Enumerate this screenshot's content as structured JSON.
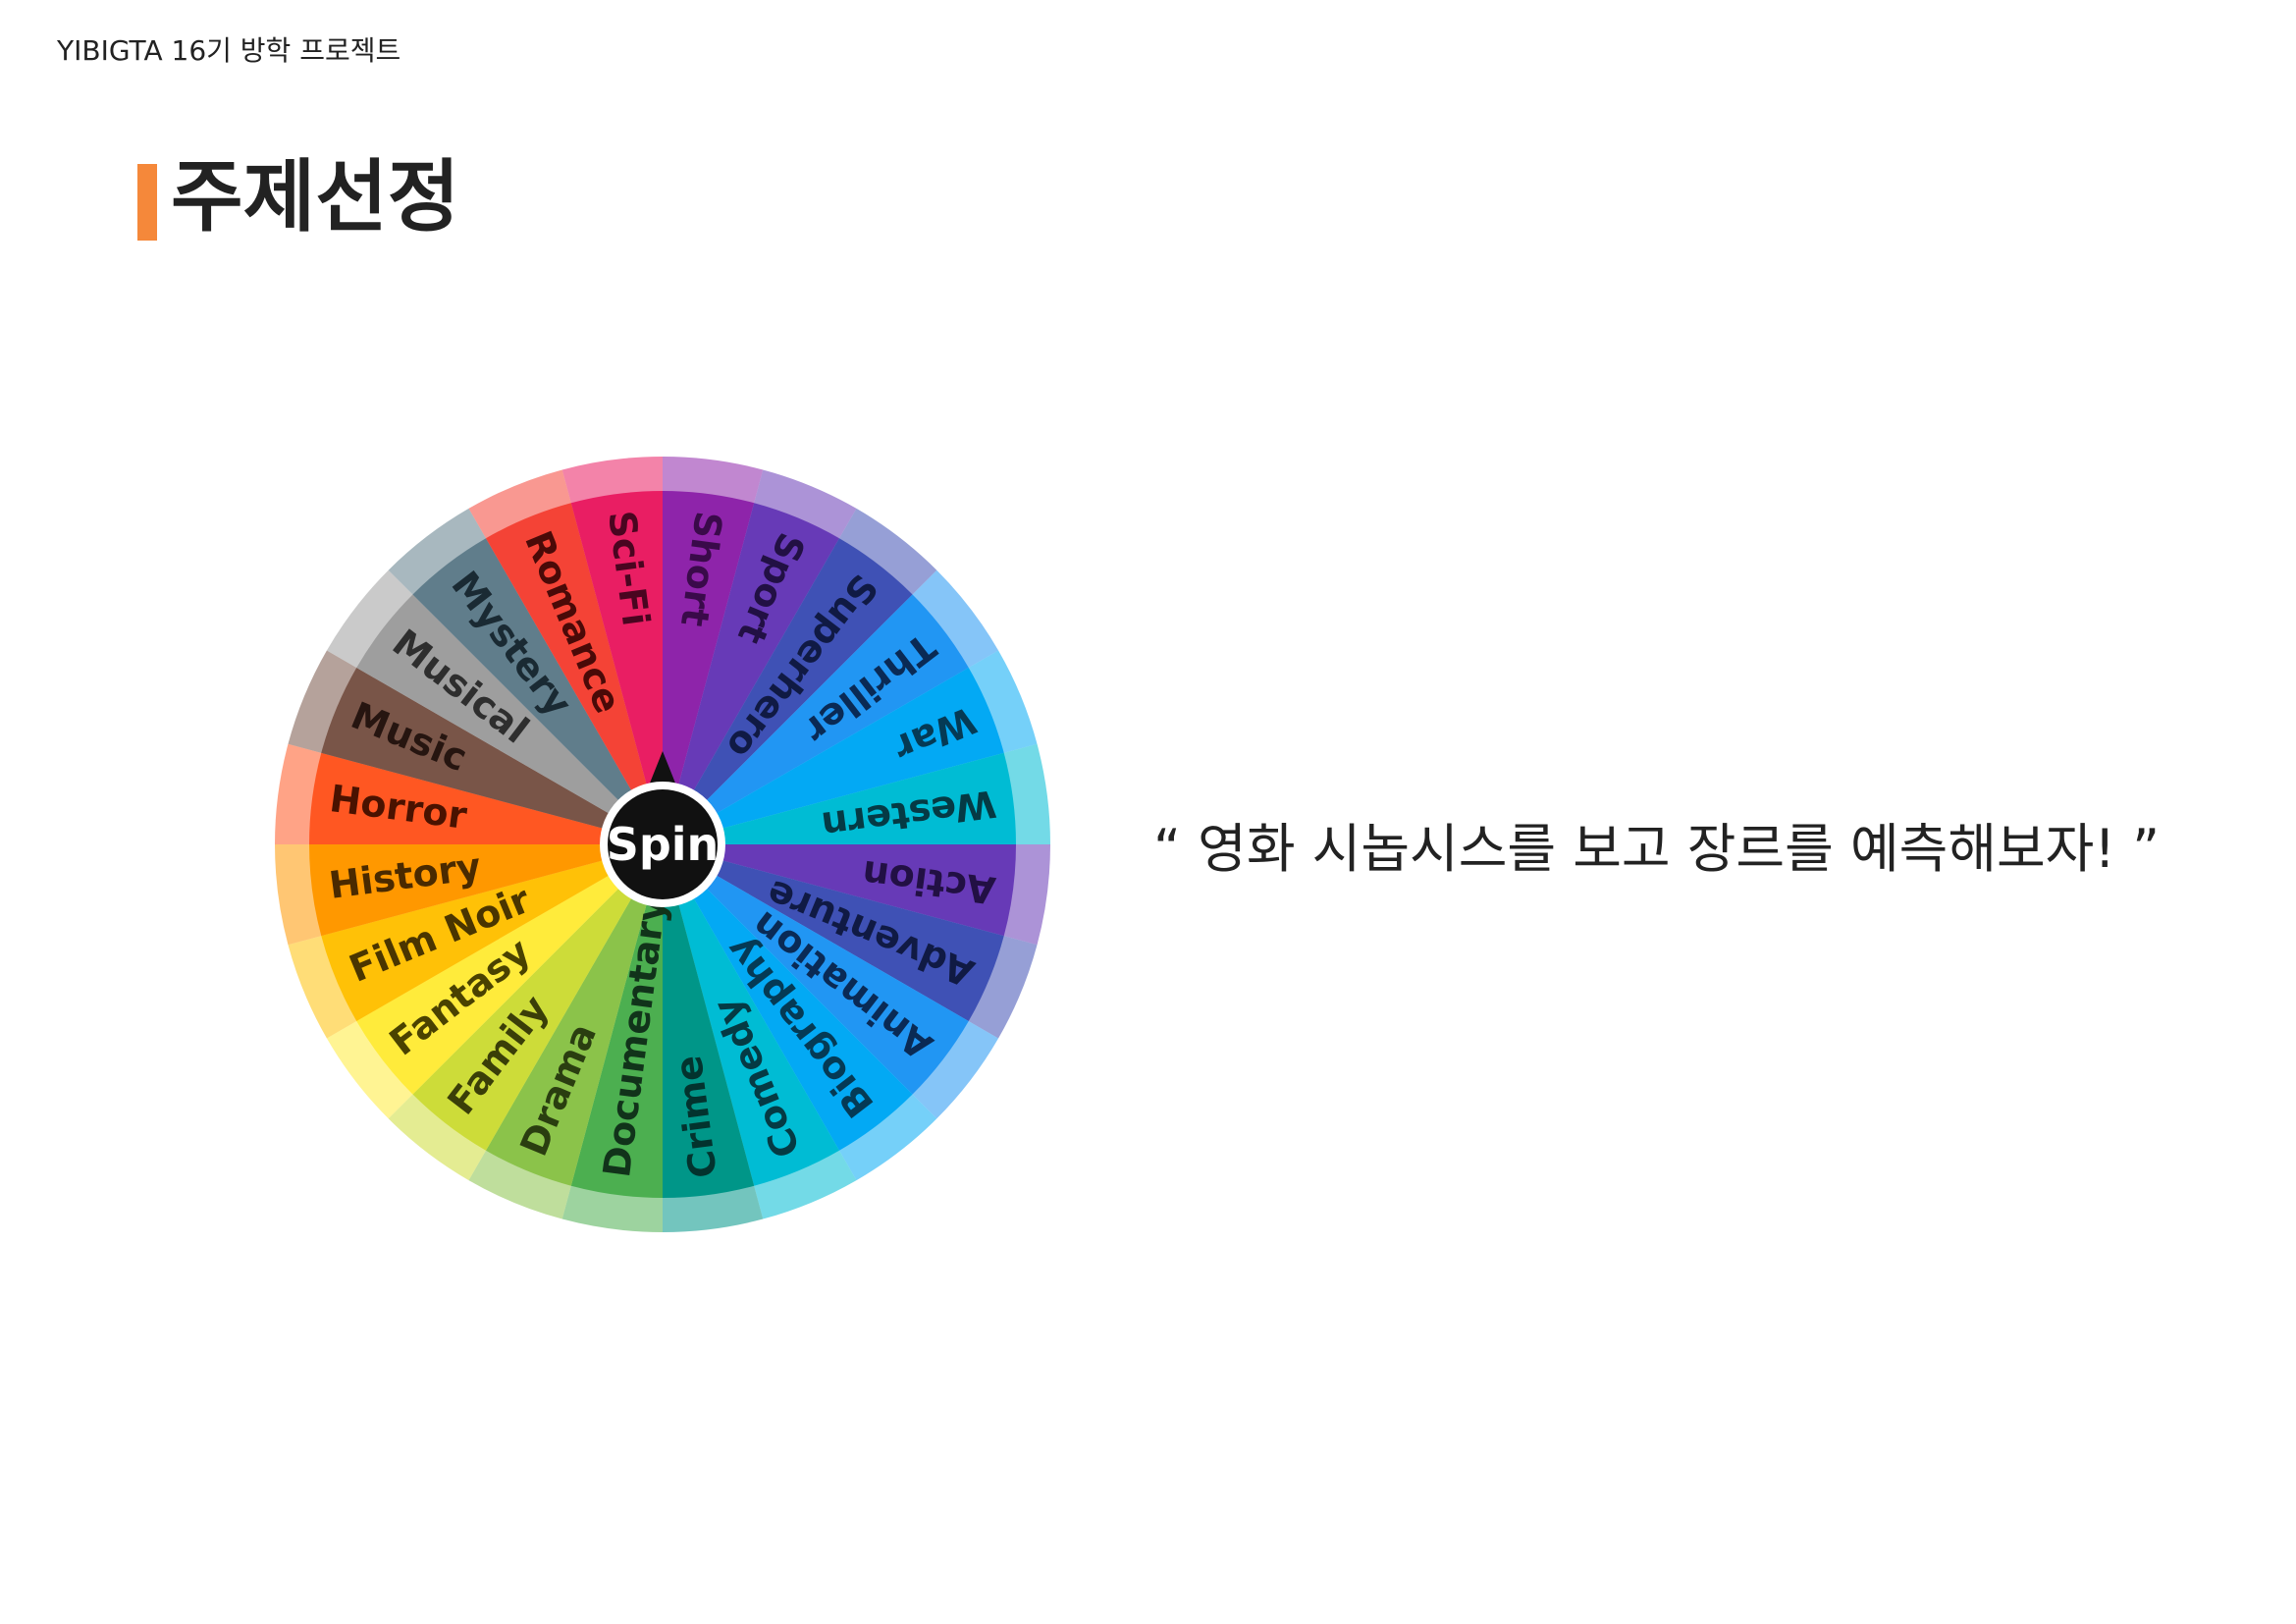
{
  "header": {
    "text": "YIBIGTA 16기 방학 프로젝트"
  },
  "title": {
    "text": "주제선정",
    "accent_color": "#F5883A"
  },
  "wheel": {
    "center_label": "Spin",
    "segments": [
      {
        "label": "Short",
        "color": "#8E24AA",
        "text_color": "#3A0A4A"
      },
      {
        "label": "Sport",
        "color": "#673AB7",
        "text_color": "#221044"
      },
      {
        "label": "Superhero",
        "color": "#3F51B5",
        "text_color": "#101A44"
      },
      {
        "label": "Thriller",
        "color": "#2196F3",
        "text_color": "#0A2A55"
      },
      {
        "label": "War",
        "color": "#03A9F4",
        "text_color": "#053A55"
      },
      {
        "label": "Western",
        "color": "#00BCD4",
        "text_color": "#053A44"
      },
      {
        "label": "Action",
        "color": "#673AB7",
        "text_color": "#221044"
      },
      {
        "label": "Adventure",
        "color": "#3F51B5",
        "text_color": "#101A44"
      },
      {
        "label": "Animation",
        "color": "#2196F3",
        "text_color": "#0A2A55"
      },
      {
        "label": "Biography",
        "color": "#03A9F4",
        "text_color": "#053A55"
      },
      {
        "label": "Comedy",
        "color": "#00BCD4",
        "text_color": "#053A44"
      },
      {
        "label": "Crime",
        "color": "#009688",
        "text_color": "#03332E"
      },
      {
        "label": "Documentary",
        "color": "#4CAF50",
        "text_color": "#11331A"
      },
      {
        "label": "Drama",
        "color": "#8BC34A",
        "text_color": "#2A3E10"
      },
      {
        "label": "Family",
        "color": "#CDDC39",
        "text_color": "#3A3E08"
      },
      {
        "label": "Fantasy",
        "color": "#FFEB3B",
        "text_color": "#4A4200"
      },
      {
        "label": "Film Noir",
        "color": "#FFC107",
        "text_color": "#4A3500"
      },
      {
        "label": "History",
        "color": "#FF9800",
        "text_color": "#4A2A00"
      },
      {
        "label": "Horror",
        "color": "#FF5722",
        "text_color": "#4A1200"
      },
      {
        "label": "Music",
        "color": "#795548",
        "text_color": "#261510"
      },
      {
        "label": "Musical",
        "color": "#9E9E9E",
        "text_color": "#2E2E2E"
      },
      {
        "label": "Mystery",
        "color": "#607D8B",
        "text_color": "#1A2A33"
      },
      {
        "label": "Romance",
        "color": "#F44336",
        "text_color": "#4A0A08"
      },
      {
        "label": "Sci-Fi",
        "color": "#E91E63",
        "text_color": "#4A0520"
      }
    ]
  },
  "quote": {
    "text": "“ 영화 시놉시스를 보고 장르를 예측해보자! ”"
  }
}
